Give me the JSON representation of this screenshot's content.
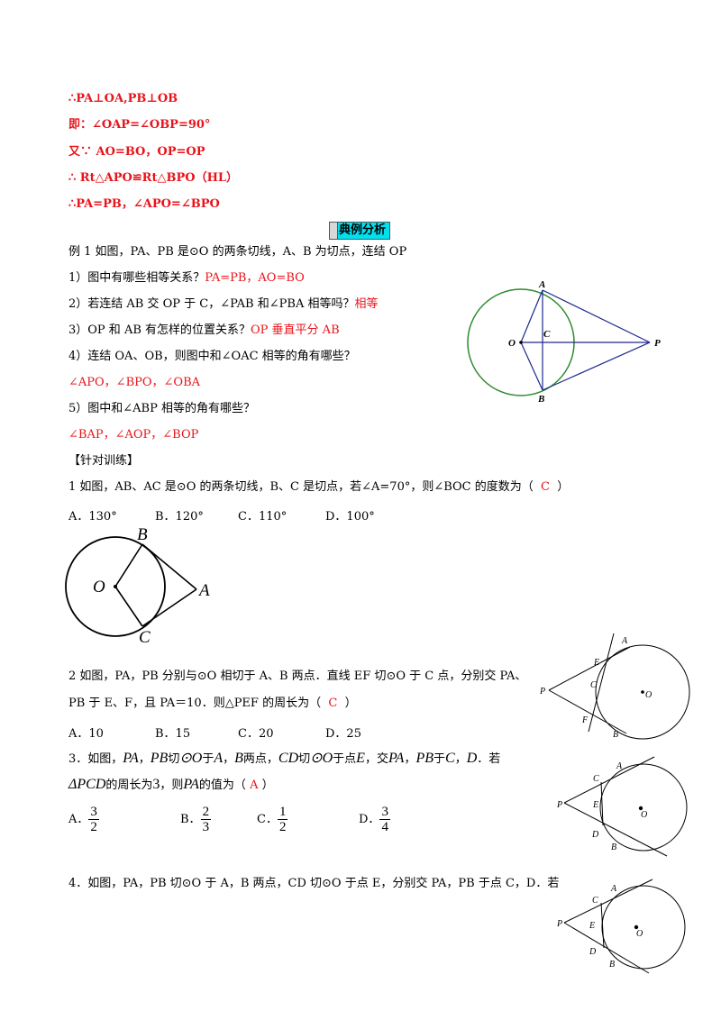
{
  "proof": [
    "∴PA⊥OA,PB⊥OB",
    "即：∠OAP=∠OBP=90°",
    "又∵ AO=BO，OP=OP",
    "∴ Rt△APO≌Rt△BPO（HL）",
    "∴PA=PB，∠APO=∠BPO"
  ],
  "section_title": "典例分析",
  "example": {
    "stem": "例 1 如图，PA、PB 是⊙O 的两条切线，A、B 为切点，连结 OP",
    "q1": "1）图中有哪些相等关系？",
    "q1_ans": "PA=PB，AO=BO",
    "q2": "2）若连结 AB 交 OP 于 C，∠PAB 和∠PBA 相等吗？",
    "q2_ans": "相等",
    "q3": "3）OP 和 AB 有怎样的位置关系？",
    "q3_ans": "OP 垂直平分 AB",
    "q4": "4）连结 OA、OB，则图中和∠OAC 相等的角有哪些？",
    "q4_ans": "∠APO，∠BPO，∠OBA",
    "q5": "5）图中和∠ABP 相等的角有哪些？",
    "q5_ans": "∠BAP，∠AOP，∠BOP"
  },
  "training_title": "【针对训练】",
  "t1": {
    "stem": "1 如图，AB、AC 是⊙O 的两条切线，B、C 是切点，若∠A=70°，则∠BOC 的度数为（",
    "ans": "C",
    "close": "）",
    "options": [
      "A．130°",
      "B．120°",
      "C．110°",
      "D．100°"
    ]
  },
  "t2": {
    "line1": "2 如图，PA，PB 分别与⊙O 相切于 A、B 两点．直线 EF 切⊙O 于 C 点，分别交 PA、",
    "line2": "PB 于 E、F，且 PA＝10．则△PEF 的周长为（",
    "ans": "C",
    "close": "）",
    "options": [
      "A．10",
      "B．15",
      "C．20",
      "D．25"
    ]
  },
  "t3": {
    "p1": "3．如图，",
    "m1": "PA",
    "p2": "，",
    "m2": "PB",
    "p3": "切",
    "m3": "⊙O",
    "p4": "于",
    "m4": "A",
    "p5": "，",
    "m5": "B",
    "p6": "两点，",
    "m6": "CD",
    "p7": "切",
    "m7": "⊙O",
    "p8": "于点",
    "m8": "E",
    "p9": "，交",
    "m9": "PA",
    "p10": "，",
    "m10": "PB",
    "p11": "于",
    "m11": "C",
    "p12": "，",
    "m12": "D",
    "p13": "．若",
    "l2m1": "ΔPCD",
    "l2p1": "的周长为",
    "l2m2": "3",
    "l2p2": "，则",
    "l2m3": "PA",
    "l2p3": "的值为（",
    "ans": "A",
    "close": "）",
    "options": [
      {
        "label": "A．",
        "num": "3",
        "den": "2"
      },
      {
        "label": "B．",
        "num": "2",
        "den": "3"
      },
      {
        "label": "C．",
        "num": "1",
        "den": "2"
      },
      {
        "label": "D．",
        "num": "3",
        "den": "4"
      }
    ]
  },
  "t4": {
    "stem": "4．如图，PA，PB 切⊙O 于 A，B 两点，CD 切⊙O 于点 E，分别交 PA，PB 于点 C，D．若"
  },
  "fig": {
    "O": "O",
    "A": "A",
    "B": "B",
    "C": "C",
    "D": "D",
    "E": "E",
    "F": "F",
    "P": "P"
  },
  "colors": {
    "answer": "#e8141b",
    "section_bg": "#00e0ee",
    "circle_green": "#2e8b2e",
    "line_navy": "#1c2a8c"
  }
}
